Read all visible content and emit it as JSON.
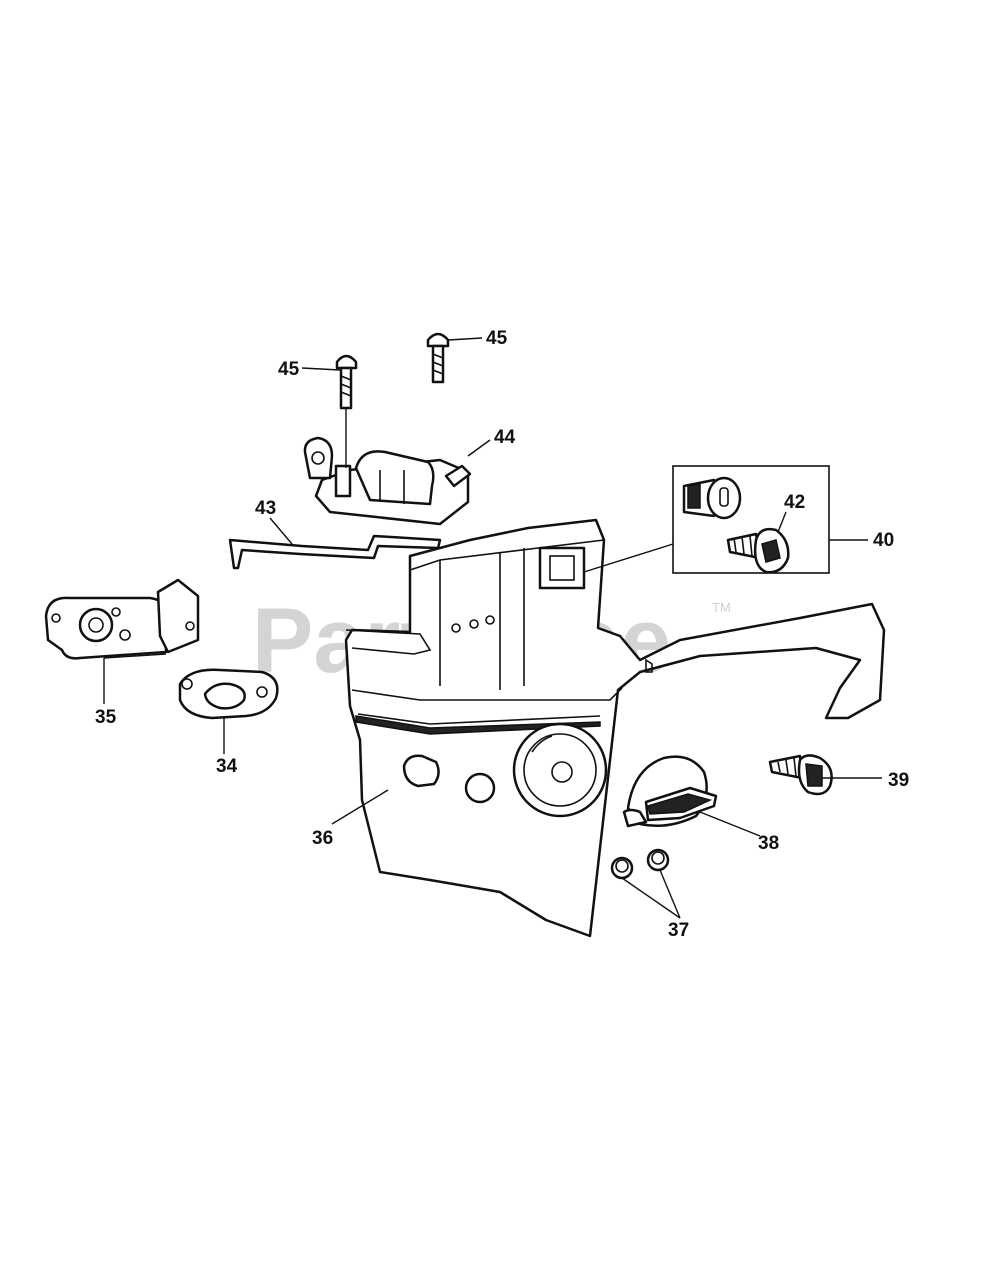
{
  "watermark": {
    "text": "PartsTree",
    "trademark": "TM"
  },
  "callouts": {
    "c45a": "45",
    "c45b": "45",
    "c44": "44",
    "c43": "43",
    "c42": "42",
    "c40": "40",
    "c35": "35",
    "c34": "34",
    "c36": "36",
    "c38": "38",
    "c39": "39",
    "c37": "37"
  }
}
